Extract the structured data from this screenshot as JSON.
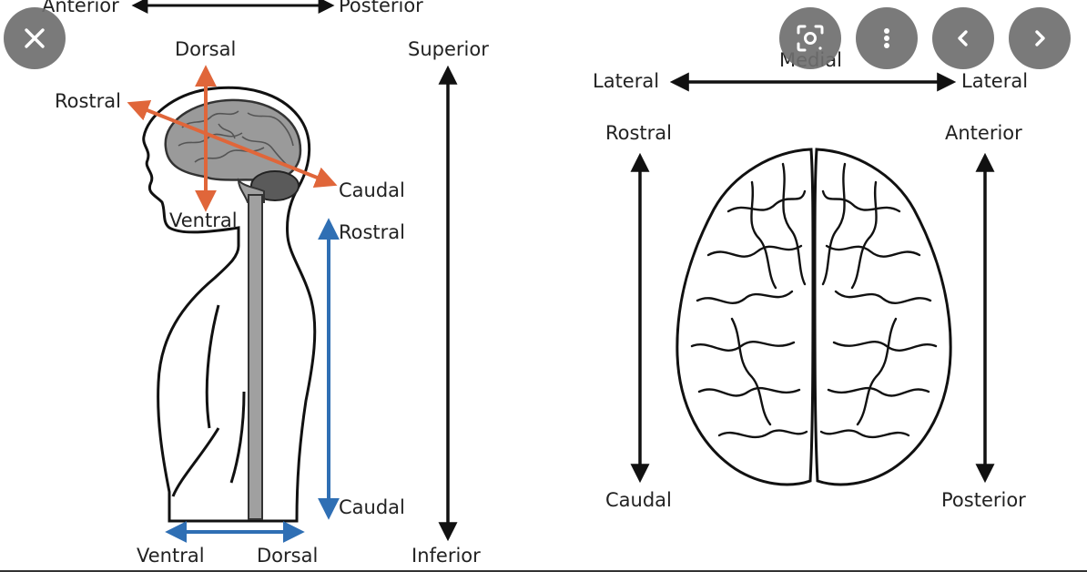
{
  "controls": {
    "close_icon": "close-icon",
    "lens_icon": "lens-icon",
    "more_icon": "more-vertical-icon",
    "prev_icon": "chevron-left-icon",
    "next_icon": "chevron-right-icon"
  },
  "colors": {
    "orange_arrow": "#e0663a",
    "blue_arrow": "#2f6fb4",
    "black_arrow": "#111111",
    "brain_fill": "#9a9a9a",
    "cord_fill": "#a0a0a0",
    "control_bg": "#6f6f6f"
  },
  "left_figure": {
    "top_axis": {
      "left": "Anterior",
      "right": "Posterior"
    },
    "brain_axes": {
      "dorsal": "Dorsal",
      "ventral": "Ventral",
      "rostral": "Rostral",
      "caudal": "Caudal"
    },
    "spine_axis": {
      "rostral": "Rostral",
      "caudal": "Caudal"
    },
    "bottom_axis": {
      "ventral": "Ventral",
      "dorsal": "Dorsal"
    },
    "body_axis": {
      "superior": "Superior",
      "inferior": "Inferior"
    }
  },
  "right_figure": {
    "top_axis": {
      "left": "Lateral",
      "middle": "Medial",
      "right": "Lateral"
    },
    "left_axis": {
      "top": "Rostral",
      "bottom": "Caudal"
    },
    "right_axis": {
      "top": "Anterior",
      "bottom": "Posterior"
    }
  }
}
